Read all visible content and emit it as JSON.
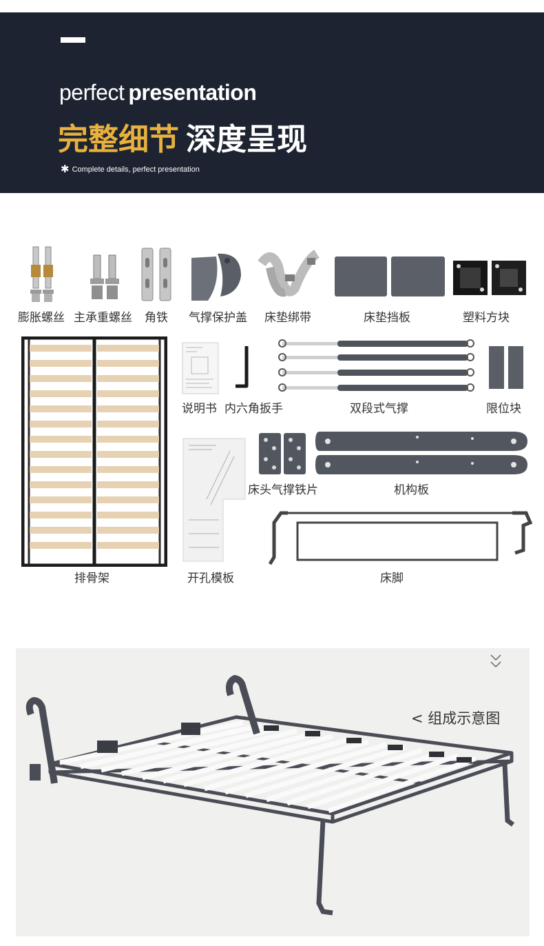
{
  "header": {
    "en_light": "perfect",
    "en_bold": "presentation",
    "cn_gold": "完整细节",
    "cn_white": "深度呈现",
    "star": "✱",
    "subtitle": "Complete details, perfect presentation"
  },
  "parts": {
    "expansion_screw": "膨胀螺丝",
    "heavy_screw": "主承重螺丝",
    "angle_iron": "角铁",
    "strut_cover": "气撑保护盖",
    "mattress_strap": "床垫绑带",
    "mattress_baffle": "床垫挡板",
    "plastic_block": "塑料方块",
    "manual": "说明书",
    "hex_wrench": "内六角扳手",
    "gas_strut": "双段式气撑",
    "limit_block": "限位块",
    "slat_frame": "排骨架",
    "drill_template": "开孔模板",
    "strut_plate": "床头气撑铁片",
    "mechanism_plate": "机构板",
    "bed_leg": "床脚"
  },
  "diagram": {
    "caption": "< 组成示意图"
  }
}
